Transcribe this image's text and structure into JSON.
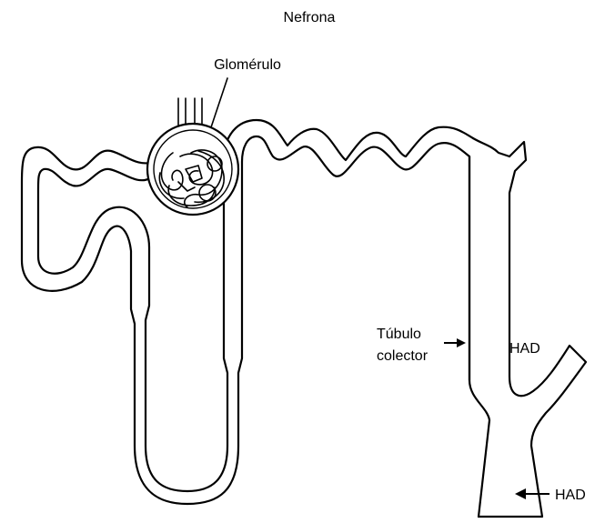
{
  "title": "Nefrona",
  "labels": {
    "glomerulus": "Glomérulo",
    "collecting_duct_line1": "Túbulo",
    "collecting_duct_line2": "colector",
    "adh_upper": "HAD",
    "adh_lower": "HAD"
  },
  "colors": {
    "line": "#000000",
    "background": "#ffffff"
  }
}
